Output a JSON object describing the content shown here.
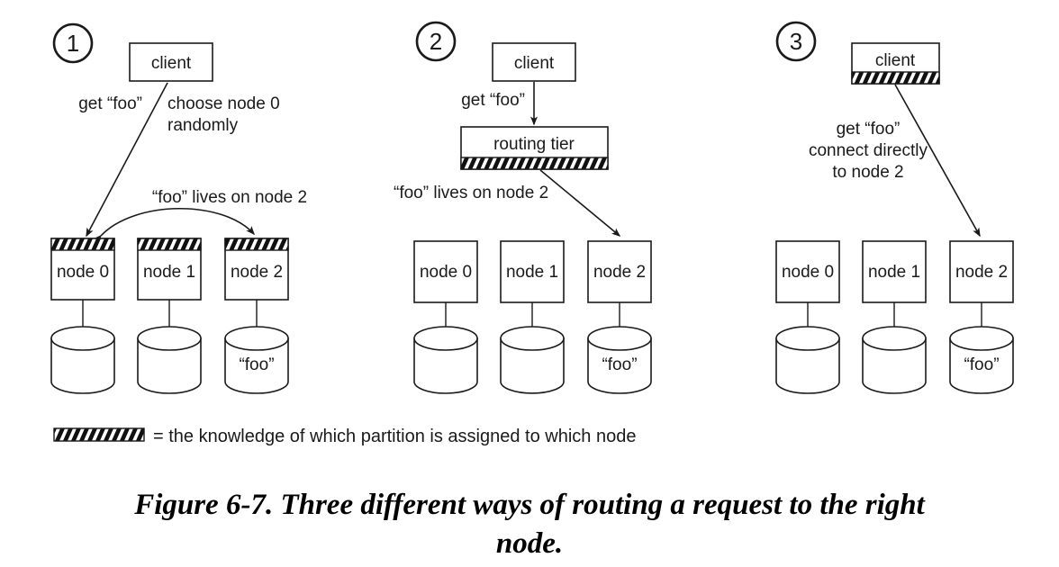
{
  "figure": {
    "caption_line1": "Figure 6-7. Three different ways of routing a request to the right",
    "caption_line2": "node."
  },
  "legend": {
    "swatch_name": "hatched-band",
    "text": "= the knowledge of which partition is assigned to which node"
  },
  "colors": {
    "ink": "#1a1a1a",
    "background": "#ffffff",
    "hatch": "#111111"
  },
  "panels": [
    {
      "number": "1",
      "client": {
        "label": "client",
        "has_hatch": false,
        "hatch_side": "none"
      },
      "annotations": [
        {
          "name": "get-foo-label",
          "text": "get “foo”"
        },
        {
          "name": "choose-node-line1",
          "text": "choose node 0"
        },
        {
          "name": "choose-node-line2",
          "text": "randomly"
        },
        {
          "name": "foo-lives-label",
          "text": "“foo” lives on node 2"
        }
      ],
      "nodes": [
        {
          "label": "node 0",
          "has_hatch": true,
          "db_label": ""
        },
        {
          "label": "node 1",
          "has_hatch": true,
          "db_label": ""
        },
        {
          "label": "node 2",
          "has_hatch": true,
          "db_label": "“foo”"
        }
      ]
    },
    {
      "number": "2",
      "client": {
        "label": "client",
        "has_hatch": false,
        "hatch_side": "none"
      },
      "router": {
        "label": "routing tier",
        "has_hatch": true,
        "hatch_side": "bottom"
      },
      "annotations": [
        {
          "name": "get-foo-label",
          "text": "get “foo”"
        },
        {
          "name": "foo-lives-label",
          "text": "“foo” lives on node 2"
        }
      ],
      "nodes": [
        {
          "label": "node 0",
          "has_hatch": false,
          "db_label": ""
        },
        {
          "label": "node 1",
          "has_hatch": false,
          "db_label": ""
        },
        {
          "label": "node 2",
          "has_hatch": false,
          "db_label": "“foo”"
        }
      ]
    },
    {
      "number": "3",
      "client": {
        "label": "client",
        "has_hatch": true,
        "hatch_side": "bottom"
      },
      "annotations": [
        {
          "name": "get-foo-label",
          "text": "get “foo”"
        },
        {
          "name": "connect-line1",
          "text": "connect directly"
        },
        {
          "name": "connect-line2",
          "text": "to node 2"
        }
      ],
      "nodes": [
        {
          "label": "node 0",
          "has_hatch": false,
          "db_label": ""
        },
        {
          "label": "node 1",
          "has_hatch": false,
          "db_label": ""
        },
        {
          "label": "node 2",
          "has_hatch": false,
          "db_label": "“foo”"
        }
      ]
    }
  ]
}
